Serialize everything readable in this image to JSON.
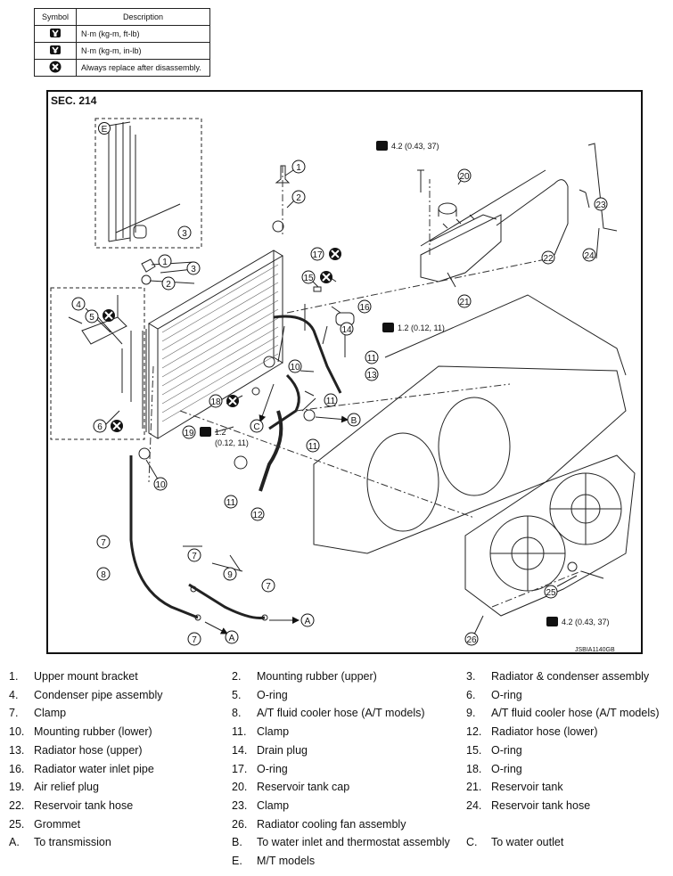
{
  "symbol_table": {
    "headers": [
      "Symbol",
      "Description"
    ],
    "rows": [
      {
        "icon": "torque-wrench-icon",
        "description": "N·m (kg-m, ft-lb)"
      },
      {
        "icon": "torque-wrench-inlb-icon",
        "description": "N·m (kg-m, in-lb)"
      },
      {
        "icon": "replace-x-icon",
        "description": "Always replace after disassembly."
      }
    ]
  },
  "diagram": {
    "section": "SEC. 214",
    "image_code": "JSBIA1140GB",
    "inset_label": "E",
    "torques": [
      "4.2 (0.43, 37)",
      "1.2 (0.12, 11)",
      "1.2",
      "(0.12, 11)",
      "4.2 (0.43, 37)"
    ],
    "callout_numbers": [
      "1",
      "2",
      "3",
      "1",
      "2",
      "3",
      "4",
      "5",
      "6",
      "7",
      "7",
      "7",
      "7",
      "8",
      "9",
      "10",
      "10",
      "11",
      "11",
      "11",
      "11",
      "12",
      "13",
      "14",
      "15",
      "16",
      "17",
      "18",
      "19",
      "20",
      "21",
      "22",
      "23",
      "24",
      "25",
      "26"
    ],
    "arrow_letters": [
      "A",
      "A",
      "B",
      "C"
    ]
  },
  "legend": [
    {
      "key": "1.",
      "label": "Upper mount bracket"
    },
    {
      "key": "2.",
      "label": "Mounting rubber (upper)"
    },
    {
      "key": "3.",
      "label": "Radiator & condenser assembly"
    },
    {
      "key": "4.",
      "label": "Condenser pipe assembly"
    },
    {
      "key": "5.",
      "label": "O-ring"
    },
    {
      "key": "6.",
      "label": "O-ring"
    },
    {
      "key": "7.",
      "label": "Clamp"
    },
    {
      "key": "8.",
      "label": "A/T fluid cooler hose (A/T models)"
    },
    {
      "key": "9.",
      "label": "A/T fluid cooler hose (A/T models)"
    },
    {
      "key": "10.",
      "label": "Mounting rubber (lower)"
    },
    {
      "key": "11.",
      "label": "Clamp"
    },
    {
      "key": "12.",
      "label": "Radiator hose (lower)"
    },
    {
      "key": "13.",
      "label": "Radiator hose (upper)"
    },
    {
      "key": "14.",
      "label": "Drain plug"
    },
    {
      "key": "15.",
      "label": "O-ring"
    },
    {
      "key": "16.",
      "label": "Radiator water inlet pipe"
    },
    {
      "key": "17.",
      "label": "O-ring"
    },
    {
      "key": "18.",
      "label": "O-ring"
    },
    {
      "key": "19.",
      "label": "Air relief plug"
    },
    {
      "key": "20.",
      "label": "Reservoir tank cap"
    },
    {
      "key": "21.",
      "label": "Reservoir tank"
    },
    {
      "key": "22.",
      "label": "Reservoir tank hose"
    },
    {
      "key": "23.",
      "label": "Clamp"
    },
    {
      "key": "24.",
      "label": "Reservoir tank hose"
    },
    {
      "key": "25.",
      "label": "Grommet"
    },
    {
      "key": "26.",
      "label": "Radiator cooling fan assembly"
    },
    {
      "key": "",
      "label": ""
    },
    {
      "key": "A.",
      "label": "To transmission"
    },
    {
      "key": "B.",
      "label": "To water inlet and thermostat assembly"
    },
    {
      "key": "C.",
      "label": "To water outlet"
    },
    {
      "key": "",
      "label": ""
    },
    {
      "key": "E.",
      "label": "M/T models"
    },
    {
      "key": "",
      "label": ""
    }
  ]
}
